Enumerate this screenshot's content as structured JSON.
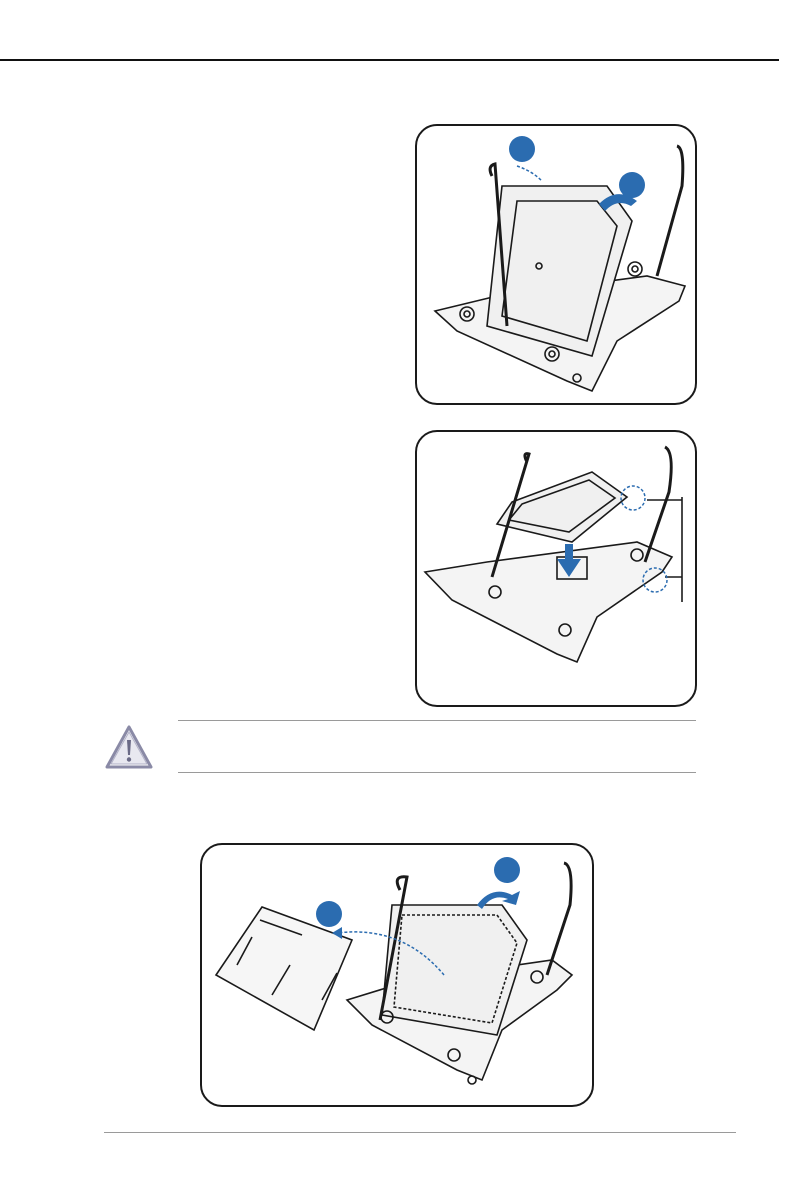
{
  "page": {
    "accent_color": "#2b6cb0",
    "line_color": "#1a1a1a"
  },
  "figures": [
    {
      "name": "remove-load-plate-cover",
      "icons": [
        "arrow-icon",
        "curved-arrow-icon"
      ]
    },
    {
      "name": "insert-cpu",
      "icons": [
        "down-arrow-icon",
        "alignment-key-callout"
      ]
    },
    {
      "name": "remove-pnp-cap",
      "icons": [
        "dotted-arrow-icon",
        "curved-arrow-icon"
      ]
    }
  ],
  "caution": {
    "icon": "caution-icon"
  }
}
